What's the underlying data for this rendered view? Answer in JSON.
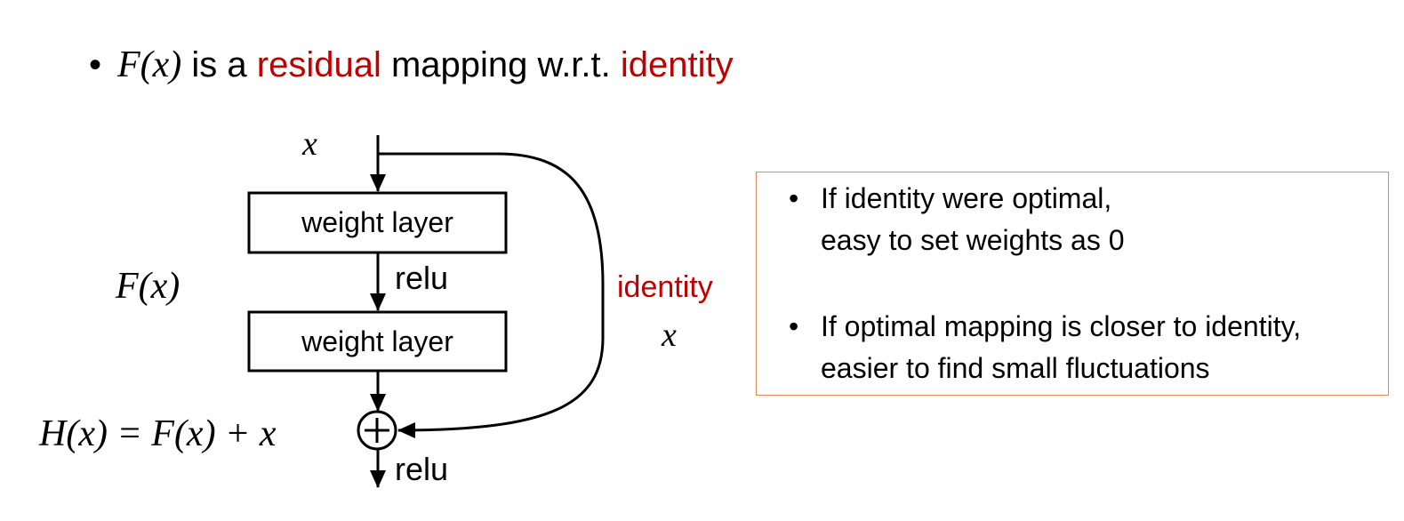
{
  "headline": {
    "bullet": "•",
    "math": "F(x)",
    "t1": " is a ",
    "residual": "residual",
    "t2": " mapping w.r.t. ",
    "identity": "identity"
  },
  "diagram": {
    "input_label": "x",
    "layer1": "weight layer",
    "relu1": "relu",
    "layer2": "weight layer",
    "relu2": "relu",
    "fx_label": "F(x)",
    "hx_label": "H(x) = F(x) + x",
    "add_symbol": "+",
    "shortcut_label": "identity",
    "shortcut_var": "x"
  },
  "notes": [
    {
      "bullet": "•",
      "line1": "If identity were optimal,",
      "line2": "easy to set weights as 0"
    },
    {
      "bullet": "•",
      "line1": "If optimal mapping is closer to identity,",
      "line2": "easier to find small fluctuations"
    }
  ],
  "colors": {
    "accent_red": "#c00000",
    "box_border": "#e4875a",
    "ink": "#000000"
  }
}
